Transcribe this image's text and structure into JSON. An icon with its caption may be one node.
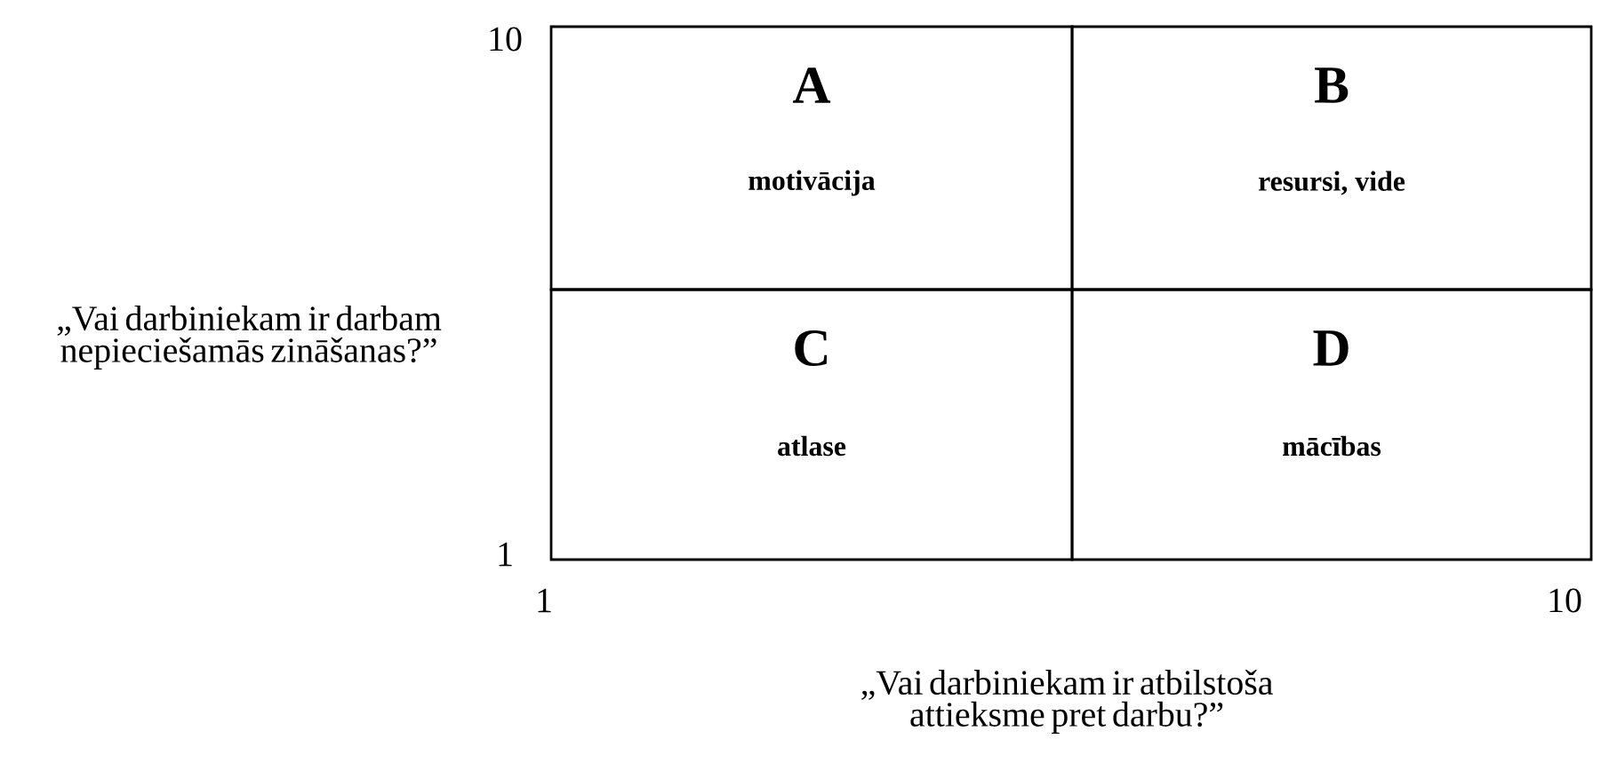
{
  "diagram": {
    "nodes": [
      {
        "text": [
          "A",
          "motivācija"
        ]
      },
      {
        "text": [
          "B",
          "resursi, vide"
        ]
      },
      {
        "text": [
          "C",
          "atlase"
        ]
      },
      {
        "text": [
          "D",
          "mācības"
        ]
      }
    ],
    "labels": [
      "10",
      "„Vai darbiniekam ir darbam nepieciešamās zināšanas?”",
      "1",
      "1",
      "10",
      "„Vai darbiniekam ir atbilstoša attieksme pret darbu?”"
    ]
  }
}
